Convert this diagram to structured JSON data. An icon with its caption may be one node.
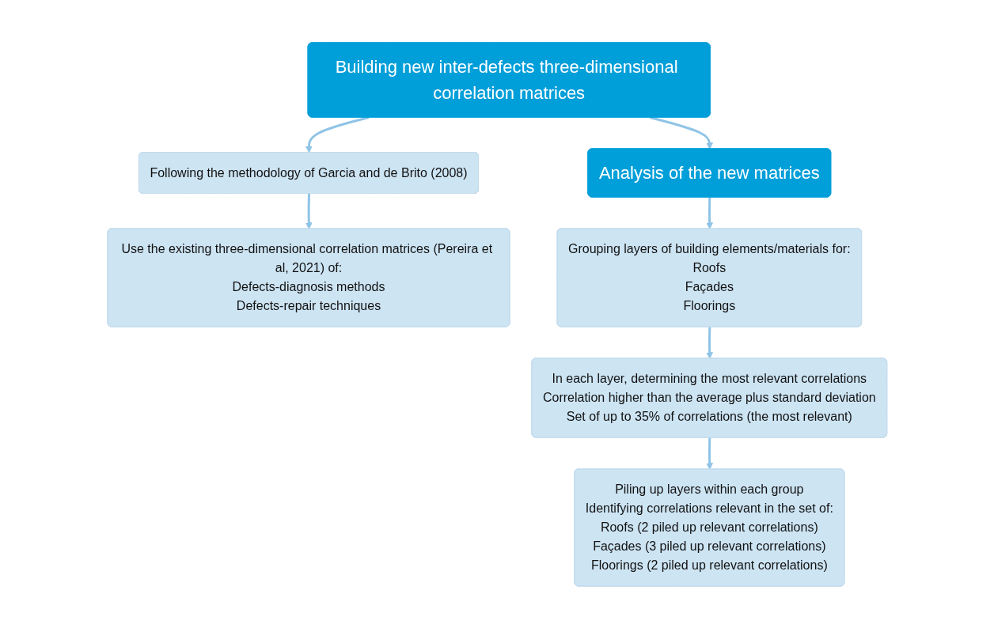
{
  "diagram": {
    "nodes": [
      {
        "text": [
          "Building new inter-defects three-dimensional correlation matrices"
        ]
      },
      {
        "text": [
          "Following the methodology of Garcia and de Brito (2008)"
        ]
      },
      {
        "text": [
          "Use the existing three-dimensional correlation matrices (Pereira et al, 2021) of:",
          "Defects-diagnosis methods",
          "Defects-repair techniques"
        ]
      },
      {
        "text": [
          "Analysis of the new matrices"
        ]
      },
      {
        "text": [
          "Grouping layers of building elements/materials for:",
          "Roofs",
          "Façades",
          "Floorings"
        ]
      },
      {
        "text": [
          "In each layer, determining the most relevant correlations",
          "Correlation higher than the average plus standard deviation",
          "Set of up to 35% of correlations (the most relevant)"
        ]
      },
      {
        "text": [
          "Piling up layers within each group",
          "Identifying correlations relevant in the set of:",
          "Roofs (2 piled up relevant correlations)",
          "Façades (3 piled up relevant correlations)",
          "Floorings (2 piled up relevant correlations)"
        ]
      }
    ],
    "edges": [
      {
        "from": 0,
        "to": 3,
        "arrow": "to"
      },
      {
        "from": 0,
        "to": 1,
        "arrow": "to"
      },
      {
        "from": 1,
        "to": 2,
        "arrow": "to"
      },
      {
        "from": 3,
        "to": 4,
        "arrow": "to"
      },
      {
        "from": 4,
        "to": 5,
        "arrow": "to"
      },
      {
        "from": 5,
        "to": 6,
        "arrow": "to"
      }
    ]
  }
}
